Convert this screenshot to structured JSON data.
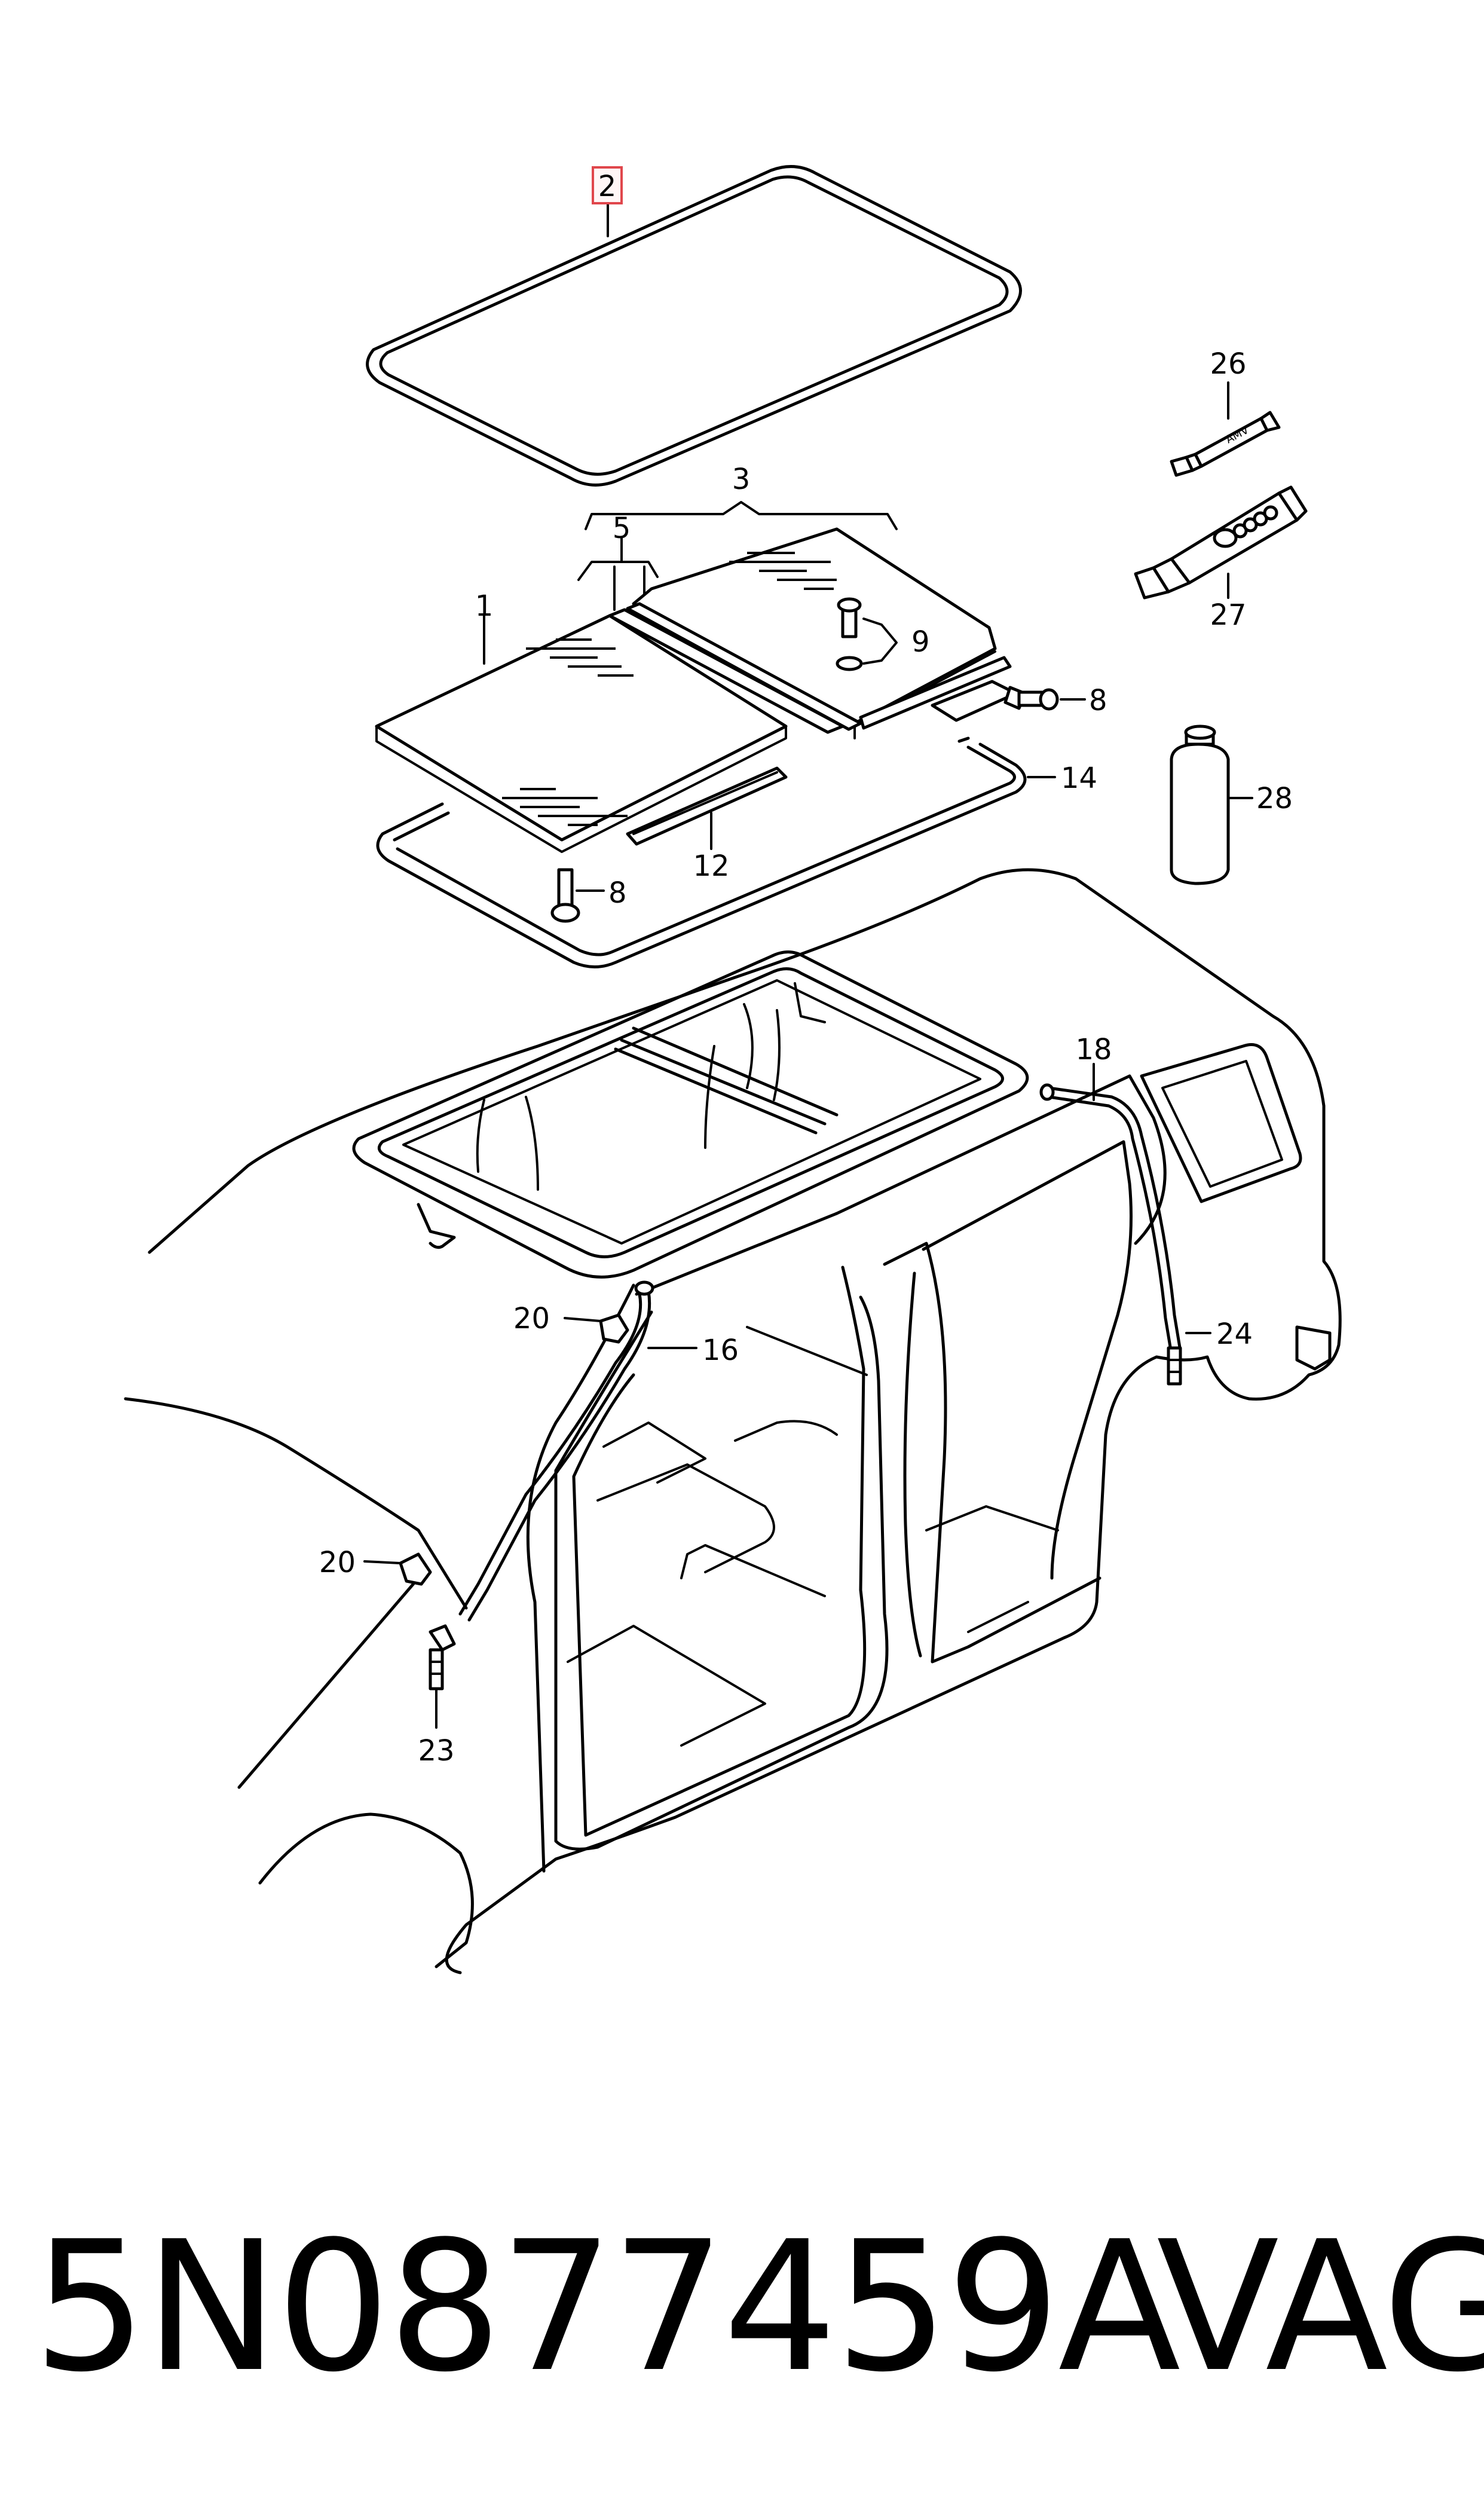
{
  "callouts": {
    "c1": "1",
    "c2": "2",
    "c3": "3",
    "c5": "5",
    "c8a": "8",
    "c8b": "8",
    "c9": "9",
    "c12": "12",
    "c14": "14",
    "c16": "16",
    "c18": "18",
    "c20a": "20",
    "c20b": "20",
    "c23": "23",
    "c24": "24",
    "c26": "26",
    "c27": "27",
    "c28": "28"
  },
  "tube_texts": {
    "sealant_tube": "AMV"
  },
  "highlight_color": "#e0474c",
  "footer": {
    "part_number": "5N0877459A",
    "brand": "VAG"
  }
}
